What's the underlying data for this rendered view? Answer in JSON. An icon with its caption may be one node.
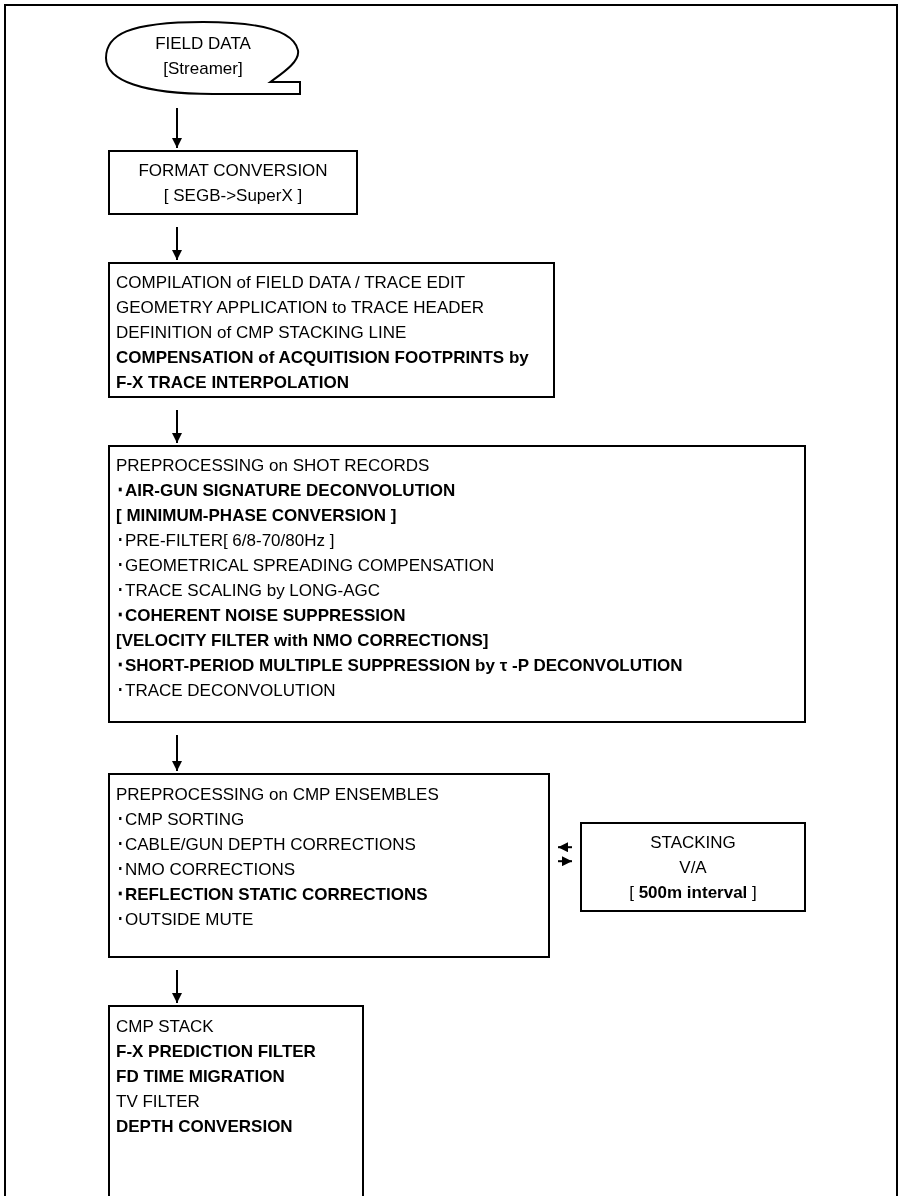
{
  "diagram": {
    "nodes": [
      {
        "text": [
          "FIELD DATA",
          "[Streamer]"
        ]
      },
      {
        "text": [
          "FORMAT CONVERSION",
          "[ SEGB->SuperX ]"
        ]
      },
      {
        "text": [
          "COMPILATION of FIELD DATA / TRACE EDIT",
          "GEOMETRY APPLICATION to TRACE HEADER",
          "DEFINITION of CMP STACKING LINE",
          "**COMPENSATION of ACQUITISION FOOTPRINTS by F-X TRACE INTERPOLATION**"
        ]
      },
      {
        "text": [
          "PREPROCESSING on SHOT RECORDS",
          "**･AIR-GUN SIGNATURE DECONVOLUTION**",
          "**[ MINIMUM-PHASE CONVERSION ]**",
          "･PRE-FILTER[ 6/8-70/80Hz ]",
          "･GEOMETRICAL SPREADING COMPENSATION",
          "･TRACE SCALING by LONG-AGC",
          "**･COHERENT NOISE SUPPRESSION**",
          "**[VELOCITY FILTER with NMO CORRECTIONS]**",
          "**･SHORT-PERIOD MULTIPLE SUPPRESSION by τ -P DECONVOLUTION**",
          "･TRACE DECONVOLUTION"
        ]
      },
      {
        "text": [
          "PREPROCESSING on CMP ENSEMBLES",
          "･CMP SORTING",
          "･CABLE/GUN DEPTH CORRECTIONS",
          "･NMO CORRECTIONS",
          "**･REFLECTION STATIC CORRECTIONS**",
          "･OUTSIDE MUTE"
        ]
      },
      {
        "text": [
          "CMP STACK",
          "**F-X PREDICTION FILTER**",
          "**FD TIME MIGRATION**",
          "TV FILTER",
          "**DEPTH CONVERSION**"
        ]
      },
      {
        "text": [
          "STACKING",
          "V/A",
          "[ **500m interval** ]"
        ]
      }
    ],
    "edges": [
      {
        "from": 0,
        "to": 1,
        "arrow": "to"
      },
      {
        "from": 1,
        "to": 2,
        "arrow": "to"
      },
      {
        "from": 2,
        "to": 3,
        "arrow": "to"
      },
      {
        "from": 3,
        "to": 4,
        "arrow": "to"
      },
      {
        "from": 4,
        "to": 5,
        "arrow": "to"
      },
      {
        "from": 6,
        "to": 4,
        "arrow": "to"
      },
      {
        "from": 4,
        "to": 6,
        "arrow": "to"
      }
    ]
  }
}
